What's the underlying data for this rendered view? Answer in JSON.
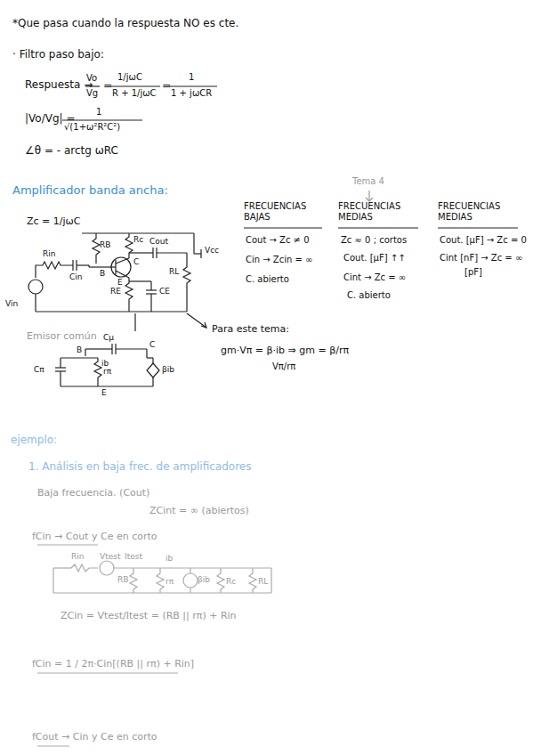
{
  "diagram": {
    "labels": [
      "*Que pasa cuando la respuesta NO es cte.",
      "· Filtro paso bajo:",
      "Respuesta →",
      "Vo",
      "Vg",
      "=",
      "1/jωC",
      "R + 1/jωC",
      "=",
      "1",
      "1 + jωCR",
      "|Vo/Vg| =",
      "1",
      "√(1+ω²R²C²)",
      "∠θ = - arctg ωRC",
      "Amplificador banda ancha:",
      "Zc = 1/jωC",
      "RB",
      "Rc",
      "Cout",
      "Vcc",
      "RL",
      "Rin",
      "Cin",
      "B",
      "C",
      "E",
      "RE",
      "CE",
      "Vin",
      "Tema 4",
      "FRECUENCIAS BAJAS",
      "Cout → Zc ≠ 0",
      "Cin → Zcin = ∞",
      "C. abierto",
      "FRECUENCIAS MEDIAS",
      "Zc ≈ 0 ; cortos",
      "Cout. [μF] ↑↑",
      "Cint → Zc = ∞",
      "C. abierto",
      "FRECUENCIAS MEDIAS",
      "Cout. [μF] → Zc = 0",
      "Cint [nF] → Zc = ∞",
      "[pF]",
      "Emisor común",
      "Cμ",
      "B",
      "ib",
      "C",
      "Cπ",
      "rπ",
      "βib",
      "E",
      "Para este tema:",
      "gm·Vπ = β·ib ⇒ gm = β/rπ",
      "Vπ/rπ",
      "ejemplo:",
      "1. Análisis en baja frec. de amplificadores",
      "Baja frecuencia. (Cout)",
      "ZCint = ∞ (abiertos)",
      "fCin → Cout y Ce en corto",
      "Rin",
      "Vtest",
      "Itest",
      "ib",
      "RB",
      "rπ",
      "βib",
      "Rc",
      "RL",
      "ZCin = Vtest/Itest = (RB || rπ) + Rin",
      "fCin = 1 / 2π·Cin[(RB || rπ) + Rin]",
      "fCout → Cin y Ce en corto"
    ]
  }
}
